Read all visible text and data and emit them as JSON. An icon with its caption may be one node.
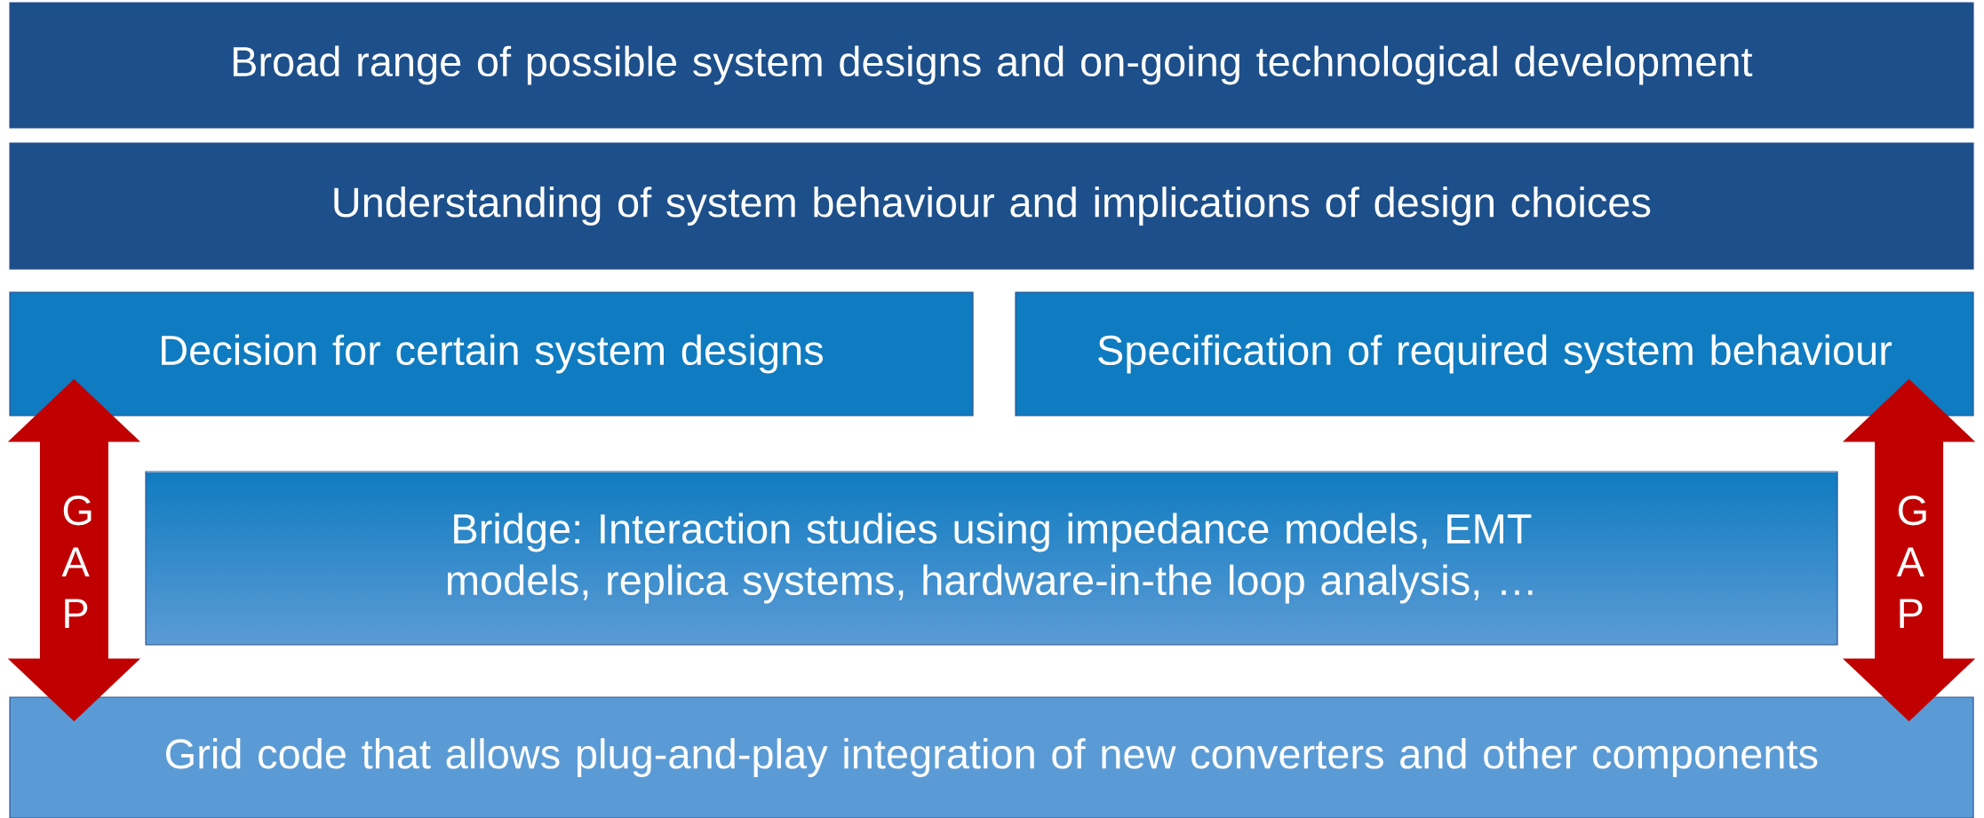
{
  "diagram": {
    "nodes": [
      {
        "text": [
          "Broad range of possible system designs and on-going technological development"
        ]
      },
      {
        "text": [
          "Understanding of system behaviour and implications of design choices"
        ]
      },
      {
        "text": [
          "Decision for certain system designs"
        ]
      },
      {
        "text": [
          "Specification of required system behaviour"
        ]
      },
      {
        "text": [
          "Bridge: Interaction studies using impedance models, EMT models, replica systems, hardware-in-the loop analysis, …"
        ]
      },
      {
        "text": [
          "Grid code that allows plug-and-play integration of new converters and other components"
        ]
      }
    ],
    "edges": [
      {
        "from": 2,
        "to": 5,
        "arrow": "both",
        "label": "G A P",
        "color": "#c00000"
      },
      {
        "from": 3,
        "to": 5,
        "arrow": "both",
        "label": "G A P",
        "color": "#c00000"
      }
    ]
  }
}
